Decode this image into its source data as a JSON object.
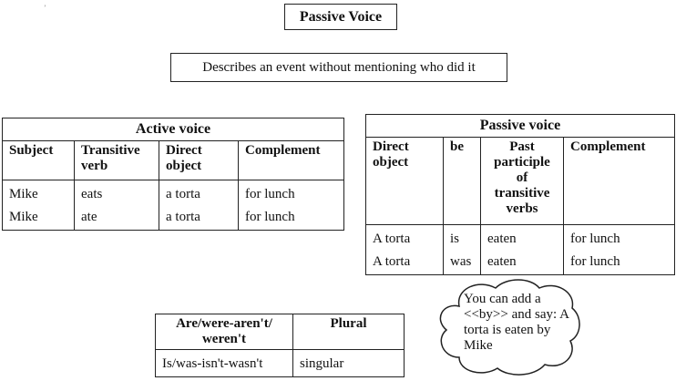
{
  "title": "Passive Voice",
  "description": "Describes an event without mentioning who did it",
  "active_table": {
    "caption": "Active voice",
    "headers": [
      "Subject",
      "Transitive verb",
      "Direct object",
      "Complement"
    ],
    "rows": [
      [
        "Mike",
        "eats",
        "a torta",
        "for lunch"
      ],
      [
        "Mike",
        "ate",
        "a torta",
        "for lunch"
      ]
    ]
  },
  "passive_table": {
    "caption": "Passive voice",
    "headers": [
      "Direct object",
      "be",
      "Past participle of transitive verbs",
      "Complement"
    ],
    "rows": [
      [
        "A torta",
        "is",
        "eaten",
        "for lunch"
      ],
      [
        "A torta",
        "was",
        "eaten",
        "for lunch"
      ]
    ]
  },
  "small_table": {
    "headers": [
      "Are/were-aren't/ weren't",
      "Plural"
    ],
    "rows": [
      [
        "Is/was-isn't-wasn't",
        "singular"
      ]
    ]
  },
  "cloud_note": "You can add a <<by>> and say: A torta is eaten by Mike"
}
